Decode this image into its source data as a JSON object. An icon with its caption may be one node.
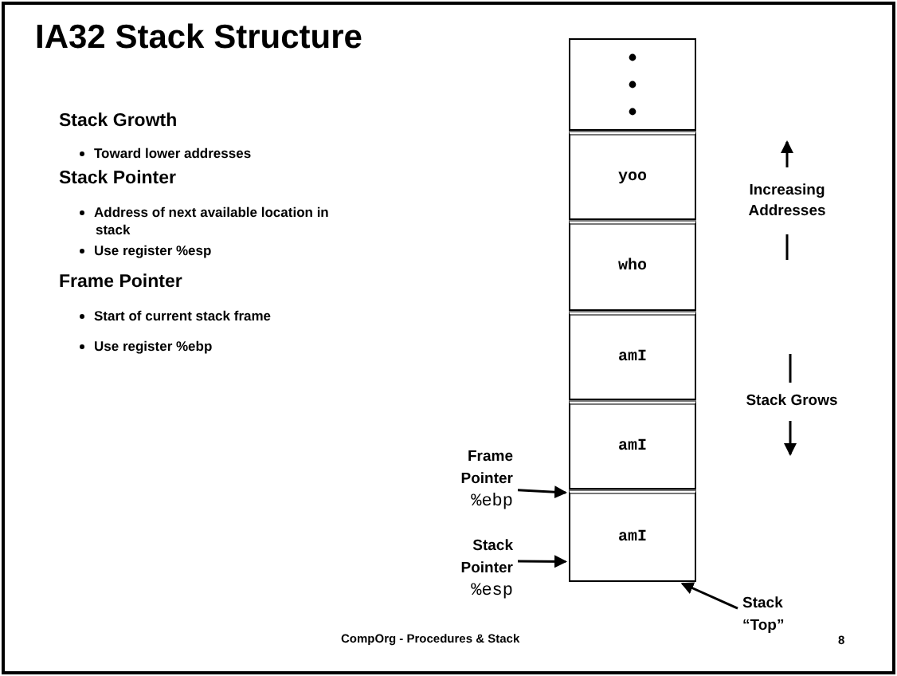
{
  "diagram": {
    "title": "IA32 Stack Structure",
    "nodes": [
      {
        "text": [],
        "shape": "box"
      },
      {
        "text": [
          "yoo"
        ]
      },
      {
        "text": [
          "who"
        ]
      },
      {
        "text": [
          "amI"
        ]
      },
      {
        "text": [
          "amI"
        ]
      },
      {
        "text": [
          "amI"
        ]
      },
      {
        "text": [
          "Frame Pointer",
          "%ebp"
        ]
      },
      {
        "text": [
          "Stack Pointer",
          "%esp"
        ]
      },
      {
        "text": [
          "Stack “Top”"
        ]
      }
    ],
    "edges": [
      {
        "from": 6,
        "to": 5,
        "arrow": "to"
      },
      {
        "from": 7,
        "to": 5,
        "arrow": "to"
      },
      {
        "from": 8,
        "to": 5,
        "arrow": "to"
      }
    ],
    "labels": [
      "Stack Growth",
      "Toward lower addresses",
      "Stack Pointer",
      "Address of next available location in stack",
      "Use register %esp",
      "Frame Pointer",
      "Start of current stack frame",
      "Use register %ebp",
      "Increasing Addresses",
      "Stack Grows",
      "CompOrg - Procedures & Stack",
      "8"
    ]
  }
}
